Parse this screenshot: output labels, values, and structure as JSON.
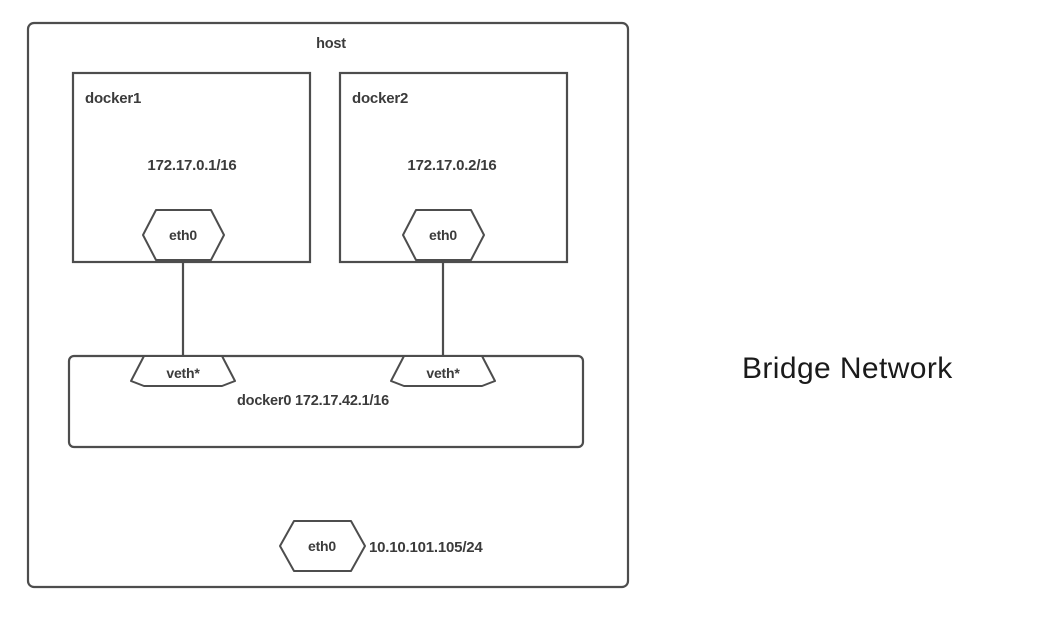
{
  "diagram": {
    "type": "network-topology",
    "host": {
      "label": "host",
      "containers": [
        {
          "name": "docker1",
          "ip": "172.17.0.1/16",
          "interface": "eth0"
        },
        {
          "name": "docker2",
          "ip": "172.17.0.2/16",
          "interface": "eth0"
        }
      ],
      "bridge": {
        "label": "docker0 172.17.42.1/16",
        "name": "docker0",
        "ip": "172.17.42.1/16",
        "interfaces": [
          "veth*",
          "veth*"
        ]
      },
      "uplink": {
        "interface": "eth0",
        "ip": "10.10.101.105/24"
      }
    }
  },
  "caption": {
    "text": "Bridge Network"
  },
  "colors": {
    "stroke": "#4d4d4d",
    "text": "#3b3b3b",
    "caption_text": "#1a1a1a",
    "background": "#ffffff"
  }
}
